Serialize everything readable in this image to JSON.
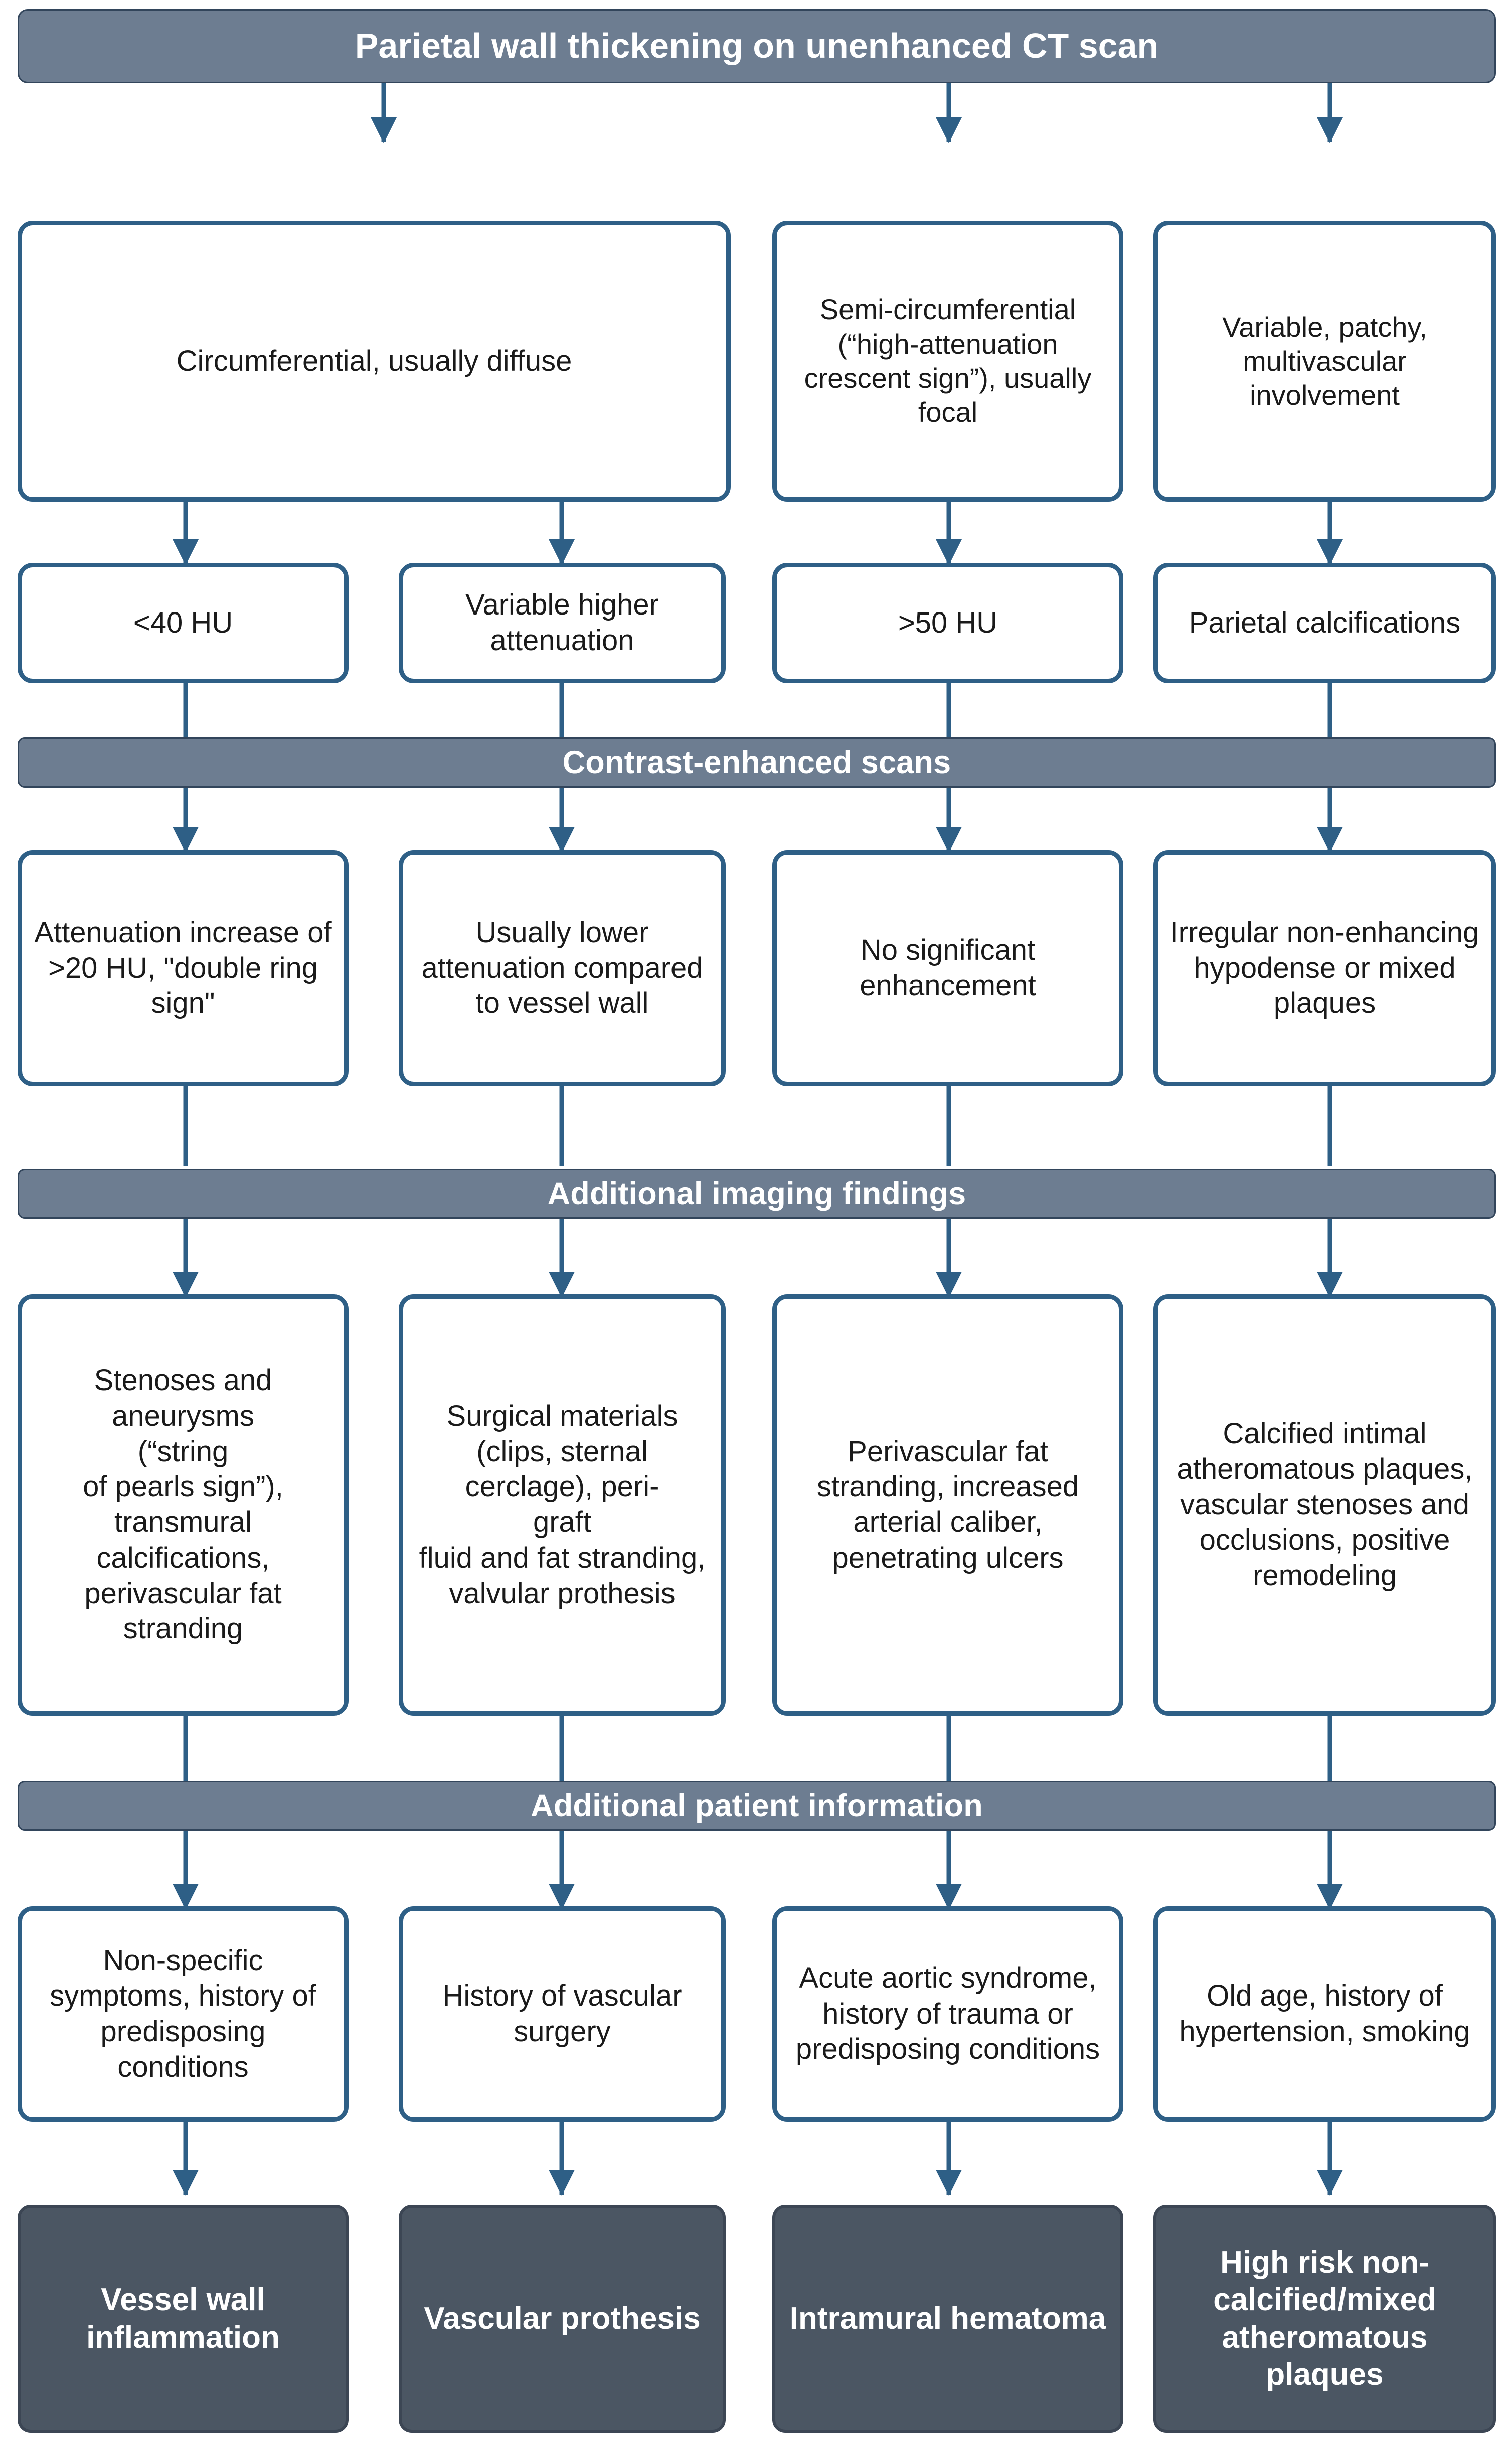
{
  "diagram": {
    "title": "Parietal wall thickening on unenhanced CT scan",
    "bands": {
      "contrast": "Contrast-enhanced scans",
      "imaging": "Additional imaging findings",
      "patient": "Additional patient information"
    },
    "colors": {
      "band_fill": "#6d7d91",
      "band_border": "#32455b",
      "box_border": "#2e5f86",
      "box_fill": "#ffffff",
      "terminal_fill": "#4b5663",
      "terminal_border": "#3c4654",
      "connector": "#2e5f86",
      "text_dark": "#1a1a1a",
      "text_light": "#ffffff"
    },
    "columns": [
      {
        "id": "vessel-wall-inflammation",
        "morphology": "Circumferential, usually diffuse",
        "attenuation": "<40 HU",
        "contrast_enhanced": "Attenuation increase of >20 HU, \"double ring sign\"",
        "imaging_findings": "Stenoses and aneurysms\n(“string\nof pearls sign”),\ntransmural calcifications, perivascular fat stranding",
        "patient_information": "Non-specific symptoms, history of predisposing conditions",
        "conclusion": "Vessel wall inflammation"
      },
      {
        "id": "vascular-prothesis",
        "morphology": "",
        "attenuation": "Variable higher attenuation",
        "contrast_enhanced": "Usually lower attenuation compared to vessel wall",
        "imaging_findings": "Surgical materials (clips, sternal cerclage), peri-\ngraft\nfluid and fat stranding, valvular prothesis",
        "patient_information": "History of vascular surgery",
        "conclusion": "Vascular prothesis"
      },
      {
        "id": "intramural-hematoma",
        "morphology": "Semi-circumferential (“high-attenuation crescent sign”), usually focal",
        "attenuation": ">50 HU",
        "contrast_enhanced": "No significant enhancement",
        "imaging_findings": "Perivascular fat stranding, increased arterial caliber, penetrating ulcers",
        "patient_information": "Acute aortic syndrome, history of trauma or predisposing conditions",
        "conclusion": "Intramural hematoma"
      },
      {
        "id": "high-risk-plaques",
        "morphology": "Variable, patchy, multivascular involvement",
        "attenuation": "Parietal calcifications",
        "contrast_enhanced": "Irregular non-enhancing hypodense or mixed plaques",
        "imaging_findings": "Calcified intimal atheromatous plaques, vascular stenoses and occlusions, positive remodeling",
        "patient_information": "Old age, history of hypertension, smoking",
        "conclusion": "High risk non-calcified/mixed atheromatous plaques"
      }
    ]
  }
}
